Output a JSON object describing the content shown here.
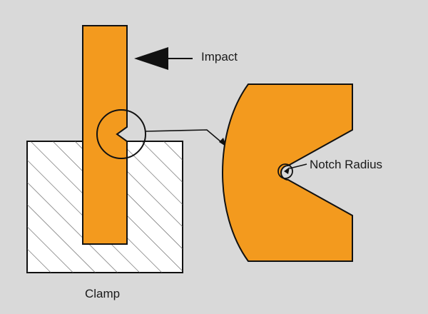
{
  "labels": {
    "impact": "Impact",
    "notch_radius": "Notch Radius",
    "clamp": "Clamp"
  },
  "colors": {
    "background": "#d9d9d9",
    "specimen_fill": "#f39a1e",
    "outline": "#111111",
    "clamp_fill": "#ffffff",
    "hatch": "#555555"
  }
}
